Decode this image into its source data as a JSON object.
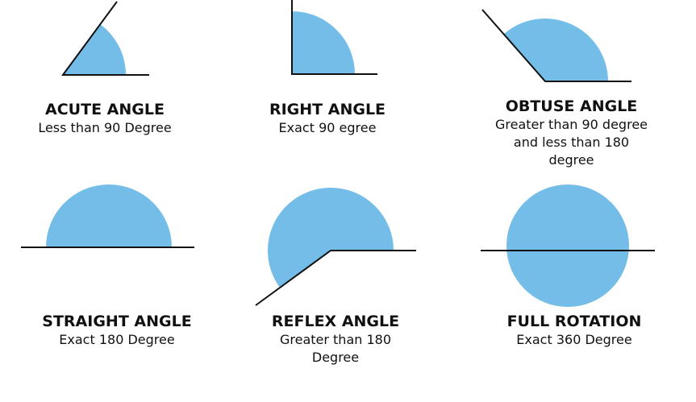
{
  "colors": {
    "fill": "#74bde8",
    "line": "#111111"
  },
  "angles": [
    {
      "title": "ACUTE ANGLE",
      "desc": "Less than 90 Degree",
      "degrees": 54
    },
    {
      "title": "RIGHT ANGLE",
      "desc": "Exact 90 egree",
      "degrees": 90
    },
    {
      "title": "OBTUSE ANGLE",
      "desc": "Greater than 90 degree and less than 180 degree",
      "degrees": 131
    },
    {
      "title": "STRAIGHT ANGLE",
      "desc": "Exact 180 Degree",
      "degrees": 180
    },
    {
      "title": "REFLEX ANGLE",
      "desc": "Greater than 180 Degree",
      "degrees": 216
    },
    {
      "title": "FULL ROTATION",
      "desc": "Exact 360 Degree",
      "degrees": 360
    }
  ]
}
